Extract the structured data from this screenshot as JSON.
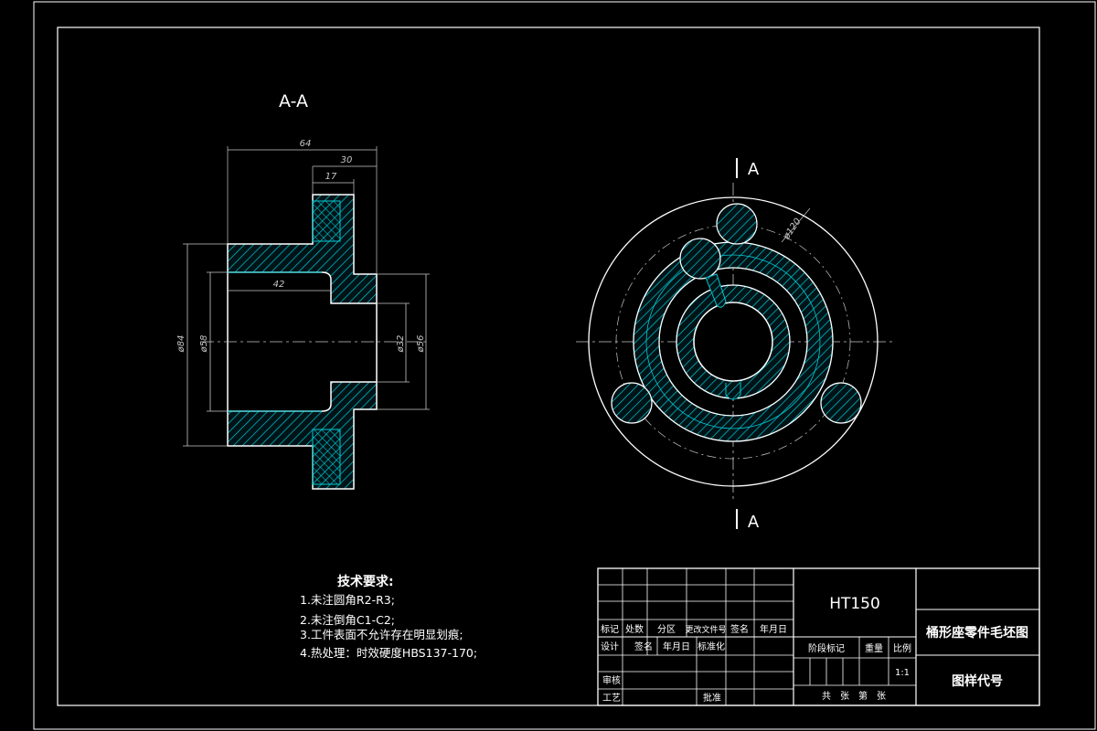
{
  "section": {
    "title": "A-A",
    "dims": {
      "overall_length": "64",
      "flange_to_end": "30",
      "flange_thickness": "17",
      "bore_depth": "42",
      "outer_dia": "ø84",
      "bore_dia": "ø58",
      "small_bore_dia": "ø32",
      "hub_dia": "ø56"
    }
  },
  "view": {
    "cut_label_top": "A",
    "cut_label_bottom": "A",
    "bolt_circle_dia": "ø120"
  },
  "tech_req": {
    "title": "技术要求:",
    "items": [
      "1.未注圆角R2-R3;",
      "2.未注倒角C1-C2;",
      "3.工件表面不允许存在明显划痕;",
      "4.热处理：时效硬度HBS137-170;"
    ]
  },
  "title_block": {
    "material": "HT150",
    "drawing_name": "桶形座零件毛坯图",
    "drawing_code": "图样代号",
    "row_headers": [
      "标记",
      "处数",
      "分区",
      "更改文件号",
      "签名",
      "年月日"
    ],
    "design_row": [
      "设计",
      "签名",
      "年月日",
      "标准化"
    ],
    "review": "审核",
    "process": "工艺",
    "approve": "批准",
    "stage_mark": "阶段标记",
    "weight": "重量",
    "scale_label": "比例",
    "scale_value": "1:1",
    "sheets": "共　张　第　张"
  },
  "colors": {
    "background": "#000000",
    "line": "#ffffff",
    "hatch": "#00c8d2",
    "dim": "#c8c8c8"
  }
}
